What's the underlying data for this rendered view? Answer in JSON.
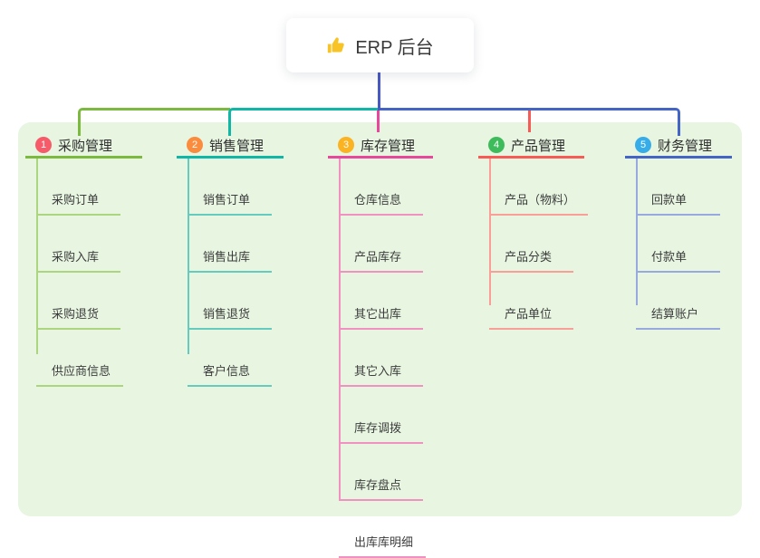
{
  "root": {
    "icon": "thumbs-up",
    "title": "ERP 后台"
  },
  "colors": {
    "panel_background": "#e7f5e1",
    "root_connector_blue": "#4858c5",
    "branch_greens": "#7cb93f",
    "branch_teal": "#10b7a6",
    "branch_magenta": "#e8489b",
    "branch_red": "#f85a55",
    "branch_blue": "#4565c6",
    "badge_colors": [
      "#f75b69",
      "#fb8c3d",
      "#fbb322",
      "#3ebc5c",
      "#36ade9"
    ],
    "thumb_icon_yellow": "#f7c325"
  },
  "branches": [
    {
      "num": "1",
      "title": "采购管理",
      "color": "#7cb93f",
      "badge_color": "#f75b69",
      "items": [
        "采购订单",
        "采购入库",
        "采购退货",
        "供应商信息"
      ]
    },
    {
      "num": "2",
      "title": "销售管理",
      "color": "#10b7a6",
      "badge_color": "#fb8c3d",
      "items": [
        "销售订单",
        "销售出库",
        "销售退货",
        "客户信息"
      ]
    },
    {
      "num": "3",
      "title": "库存管理",
      "color": "#e8489b",
      "badge_color": "#fbb322",
      "items": [
        "仓库信息",
        "产品库存",
        "其它出库",
        "其它入库",
        "库存调拨",
        "库存盘点",
        "出库库明细"
      ]
    },
    {
      "num": "4",
      "title": "产品管理",
      "color": "#f85a55",
      "badge_color": "#3ebc5c",
      "items": [
        "产品（物料）",
        "产品分类",
        "产品单位"
      ]
    },
    {
      "num": "5",
      "title": "财务管理",
      "color": "#4565c6",
      "badge_color": "#36ade9",
      "items": [
        "回款单",
        "付款单",
        "结算账户"
      ]
    }
  ]
}
